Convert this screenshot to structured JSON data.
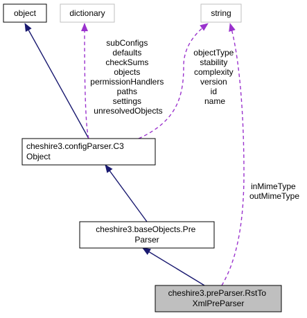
{
  "nodes": {
    "object": "object",
    "dictionary": "dictionary",
    "string": "string",
    "c3object": [
      "cheshire3.configParser.C3",
      "Object"
    ],
    "preparser": [
      "cheshire3.baseObjects.Pre",
      "Parser"
    ],
    "rsttoxml": [
      "cheshire3.preParser.RstTo",
      "XmlPreParser"
    ]
  },
  "edge_labels": {
    "dictionary_to_c3object": [
      "subConfigs",
      "defaults",
      "checkSums",
      "objects",
      "permissionHandlers",
      "paths",
      "settings",
      "unresolvedObjects"
    ],
    "string_to_c3object": [
      "objectType",
      "stability",
      "complexity",
      "version",
      "id",
      "name"
    ],
    "string_to_rsttoxml": [
      "inMimeType",
      "outMimeType"
    ]
  },
  "colors": {
    "inheritance_edge": "#191970",
    "usage_edge": "#9a32cd",
    "external_node_border": "#bfbfbf",
    "node_border": "#000000",
    "highlight_fill": "#bfbfbf",
    "text": "#000000"
  }
}
